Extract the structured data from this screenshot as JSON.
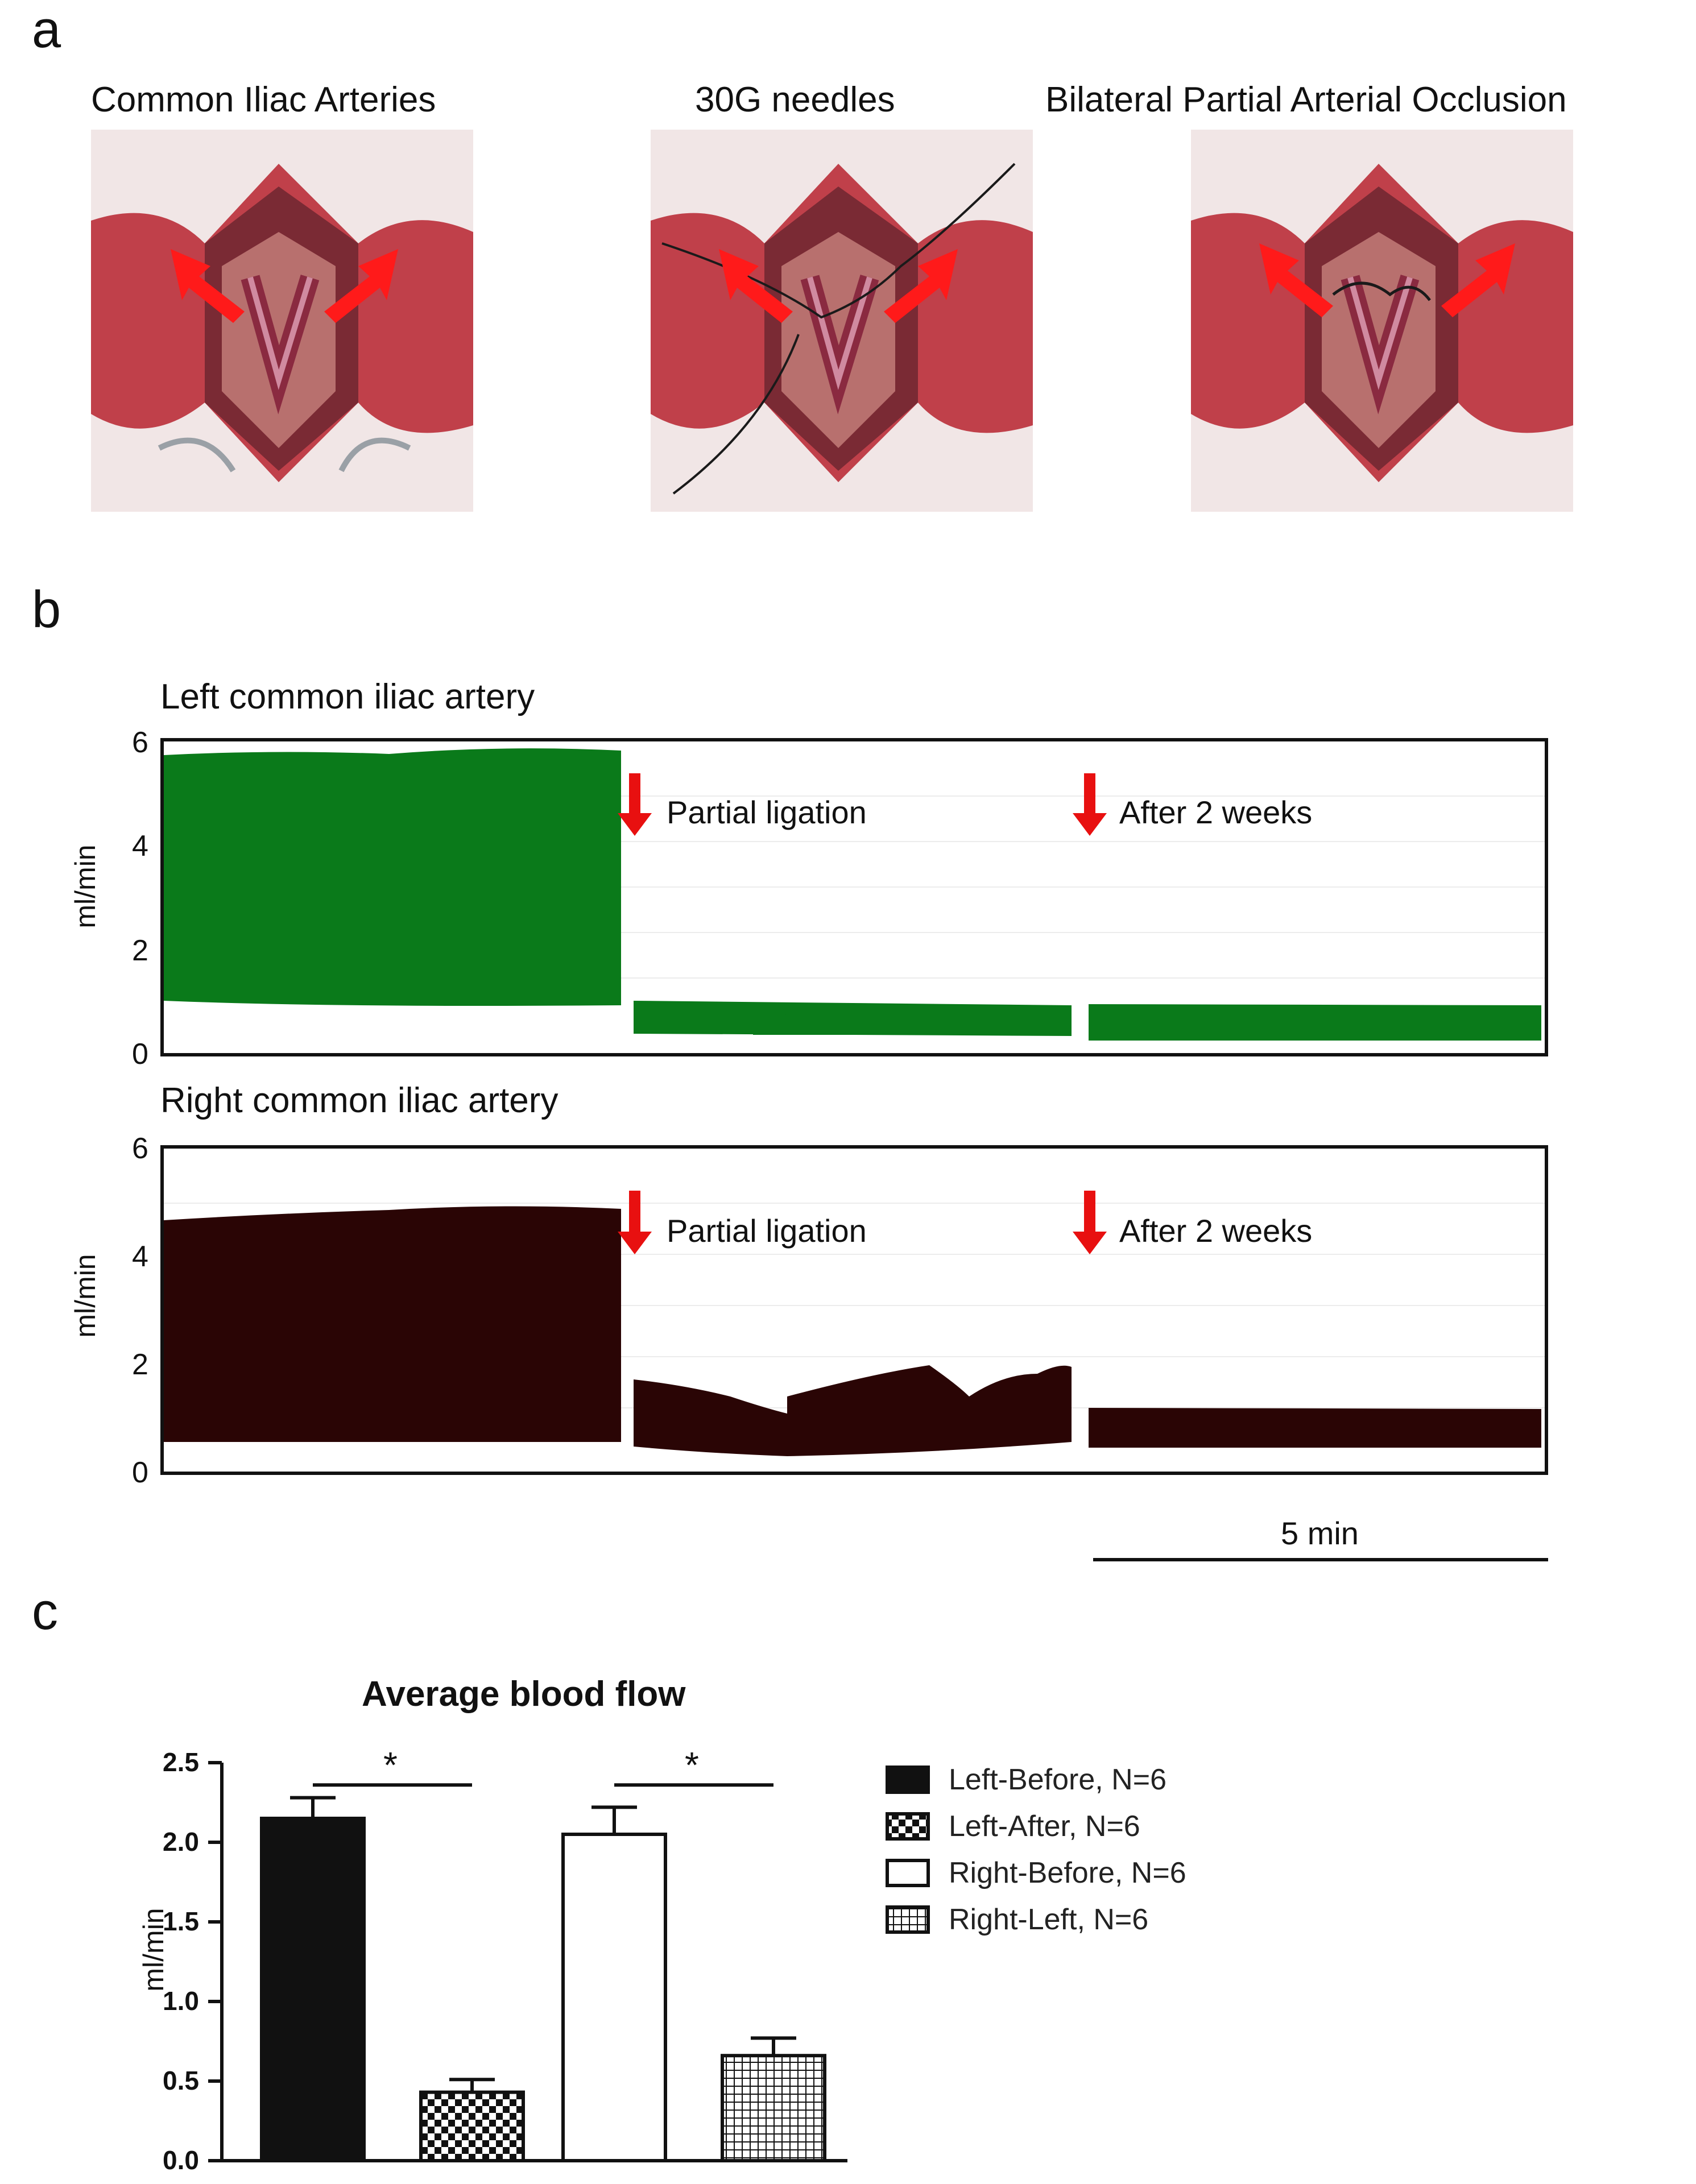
{
  "panels": {
    "a": {
      "letter": "a",
      "photos": [
        {
          "title": "Common  Iliac Arteries"
        },
        {
          "title": "30G needles"
        },
        {
          "title": "Bilateral Partial Arterial Occlusion"
        }
      ]
    },
    "b": {
      "letter": "b",
      "traces": [
        {
          "title": "Left common  iliac artery",
          "ylabel": "ml/min",
          "color": "#0a7a1a",
          "yticks": [
            "0",
            "2",
            "4",
            "6"
          ],
          "annotations": [
            "Partial ligation",
            "After 2 weeks"
          ]
        },
        {
          "title": "Right common  iliac artery",
          "ylabel": "ml/min",
          "color": "#2a0505",
          "yticks": [
            "0",
            "2",
            "4",
            "6"
          ],
          "annotations": [
            "Partial ligation",
            "After 2 weeks"
          ]
        }
      ],
      "scale_bar": "5 min"
    },
    "c": {
      "letter": "c",
      "legend": [
        "Left-Before, N=6",
        "Left-After, N=6",
        "Right-Before, N=6",
        "Right-Left, N=6"
      ],
      "significance": [
        "*",
        "*"
      ]
    }
  },
  "chart_data": {
    "type": "bar",
    "title": "Average blood flow",
    "ylabel": "ml/min",
    "ylim": [
      0,
      2.5
    ],
    "yticks": [
      "0.0",
      "0.5",
      "1.0",
      "1.5",
      "2.0",
      "2.5"
    ],
    "categories": [
      "Left-Before, N=6",
      "Left-After, N=6",
      "Right-Before, N=6",
      "Right-Left, N=6"
    ],
    "values": [
      2.15,
      0.43,
      2.05,
      0.66
    ],
    "errors": [
      0.13,
      0.08,
      0.17,
      0.11
    ],
    "legend_position": "right"
  }
}
